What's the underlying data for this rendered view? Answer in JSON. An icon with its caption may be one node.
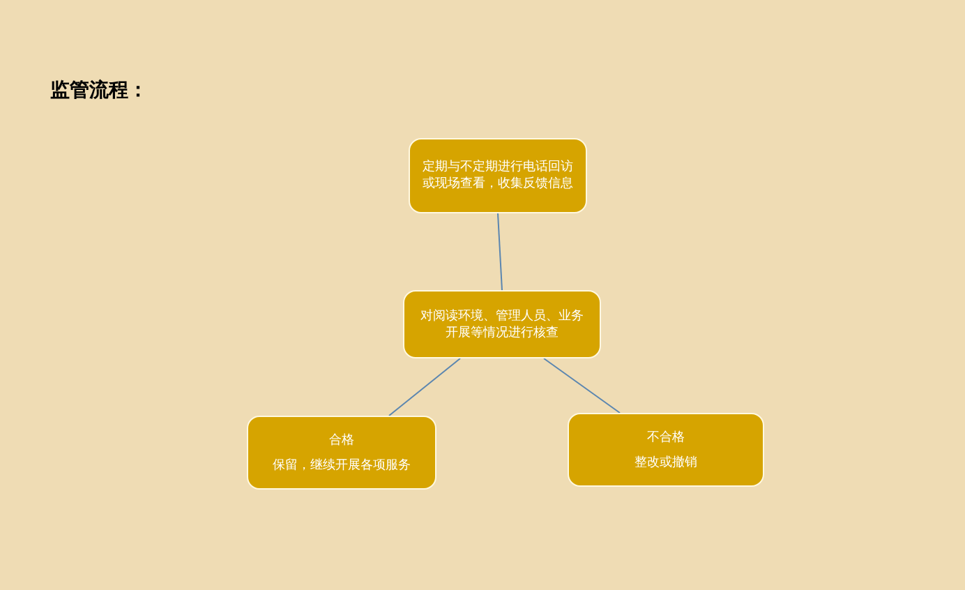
{
  "diagram": {
    "title": "监管流程：",
    "nodes": [
      {
        "text": [
          "定期与不定期进行电话回访或现场查看，收集反馈信息"
        ]
      },
      {
        "text": [
          "对阅读环境、管理人员、业务开展等情况进行核查"
        ]
      },
      {
        "text": [
          "合格",
          "保留，继续开展各项服务"
        ]
      },
      {
        "text": [
          "不合格",
          "整改或撤销"
        ]
      }
    ],
    "edges": [
      {
        "from": 0,
        "to": 1,
        "arrow": "none"
      },
      {
        "from": 1,
        "to": 2,
        "arrow": "none"
      },
      {
        "from": 1,
        "to": 3,
        "arrow": "none"
      }
    ]
  }
}
